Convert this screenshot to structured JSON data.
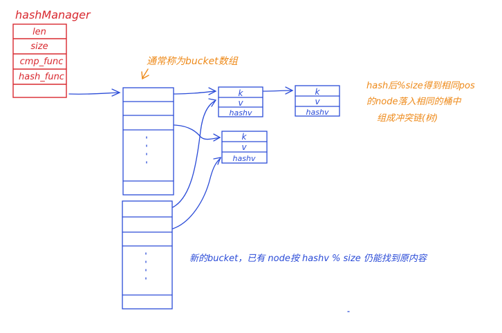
{
  "hash_manager": {
    "title": "hashManager",
    "fields": [
      "len",
      "size",
      "cmp_func",
      "hash_func"
    ]
  },
  "node_fields": {
    "k": "k",
    "v": "v",
    "hashv": "hashv"
  },
  "annotations": {
    "bucket_array": "通常称为bucket数组",
    "collision_line1": "hash后%size得到相同pos",
    "collision_line2": "的node落入相同的桶中",
    "collision_line3": "组成冲突链(树)",
    "rehash_note": "新的bucket，已有 node按 hashv % size 仍能找到原内容"
  },
  "colors": {
    "red": "#d8282f",
    "blue": "#2a4bd7",
    "orange": "#ee8a1a"
  }
}
